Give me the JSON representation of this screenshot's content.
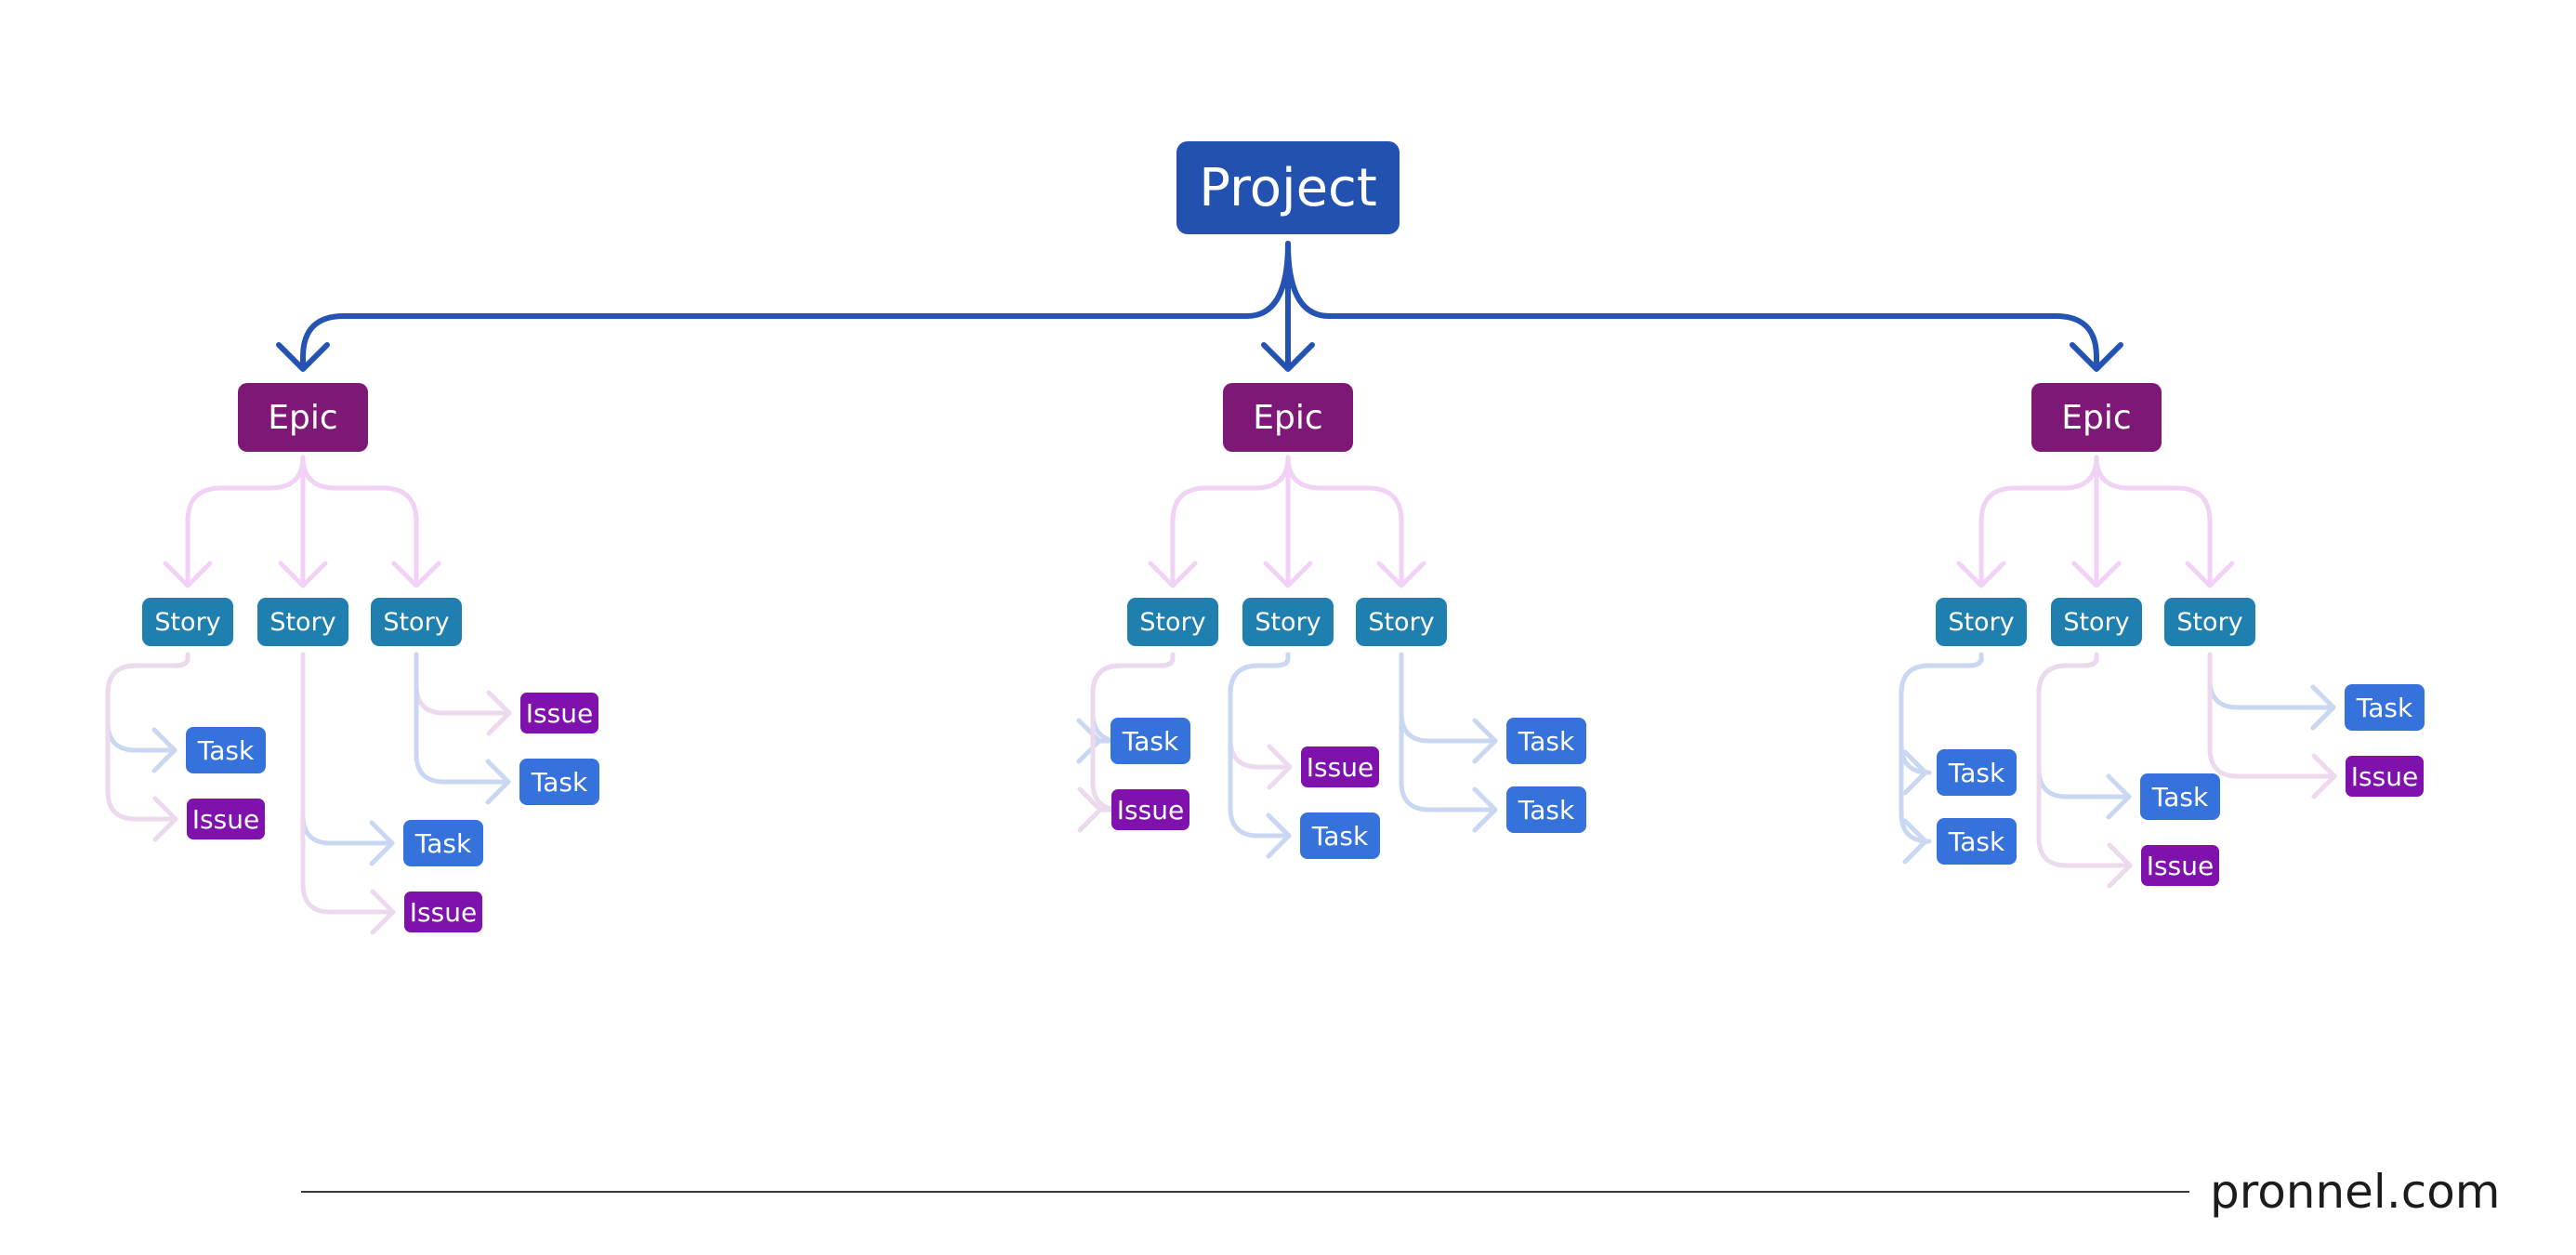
{
  "colors": {
    "background": "#ffffff",
    "project": "#2251b0",
    "epic": "#7d1877",
    "story": "#1f7fae",
    "task": "#3672dc",
    "issue": "#7f12ad",
    "link_project": "#2553b3",
    "link_epic": "#f1d1f5",
    "link_task": "#c9d7f2",
    "link_issue": "#ecd9ee",
    "footer_text": "#1c1c1c"
  },
  "labels": {
    "project": "Project",
    "epic": "Epic",
    "story": "Story",
    "task": "Task",
    "issue": "Issue"
  },
  "tree": {
    "root": "project",
    "children": [
      {
        "type": "epic",
        "children": [
          {
            "type": "story",
            "children": [
              {
                "type": "task"
              },
              {
                "type": "issue"
              }
            ]
          },
          {
            "type": "story",
            "children": [
              {
                "type": "task"
              },
              {
                "type": "issue"
              }
            ]
          },
          {
            "type": "story",
            "children": [
              {
                "type": "issue"
              },
              {
                "type": "task"
              }
            ]
          }
        ]
      },
      {
        "type": "epic",
        "children": [
          {
            "type": "story",
            "children": [
              {
                "type": "task"
              },
              {
                "type": "issue"
              }
            ]
          },
          {
            "type": "story",
            "children": [
              {
                "type": "issue"
              },
              {
                "type": "task"
              }
            ]
          },
          {
            "type": "story",
            "children": [
              {
                "type": "task"
              },
              {
                "type": "task"
              }
            ]
          }
        ]
      },
      {
        "type": "epic",
        "children": [
          {
            "type": "story",
            "children": [
              {
                "type": "task"
              },
              {
                "type": "task"
              }
            ]
          },
          {
            "type": "story",
            "children": [
              {
                "type": "task"
              },
              {
                "type": "issue"
              }
            ]
          },
          {
            "type": "story",
            "children": [
              {
                "type": "task"
              },
              {
                "type": "issue"
              }
            ]
          }
        ]
      }
    ]
  },
  "footer": {
    "brand": "pronnel.com"
  }
}
